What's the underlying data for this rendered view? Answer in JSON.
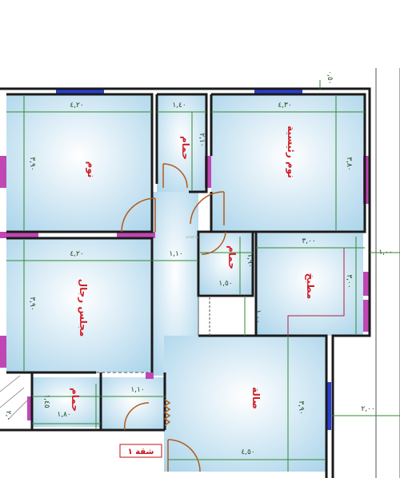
{
  "rooms": {
    "bedroom_tl": "نوم",
    "bath_top": "حمام",
    "master_bedroom": "نوم رئيسية",
    "mens_sitting": "مجلس رجال",
    "bath_mid": "حمام",
    "kitchen": "مطبخ",
    "bath_bottom": "حمام",
    "hall": "صالة"
  },
  "dimensions": {
    "top_right_gap": "٠,٥٠",
    "bedroom_tl_width": "٤,٢٠",
    "bedroom_tl_height": "٣,٩٠",
    "bath_top_width": "١,٤٠",
    "bath_top_height": "٢,١٠",
    "master_width": "٤,٣٠",
    "master_height": "٣,٨٠",
    "mens_sitting_width": "٤,٢٠",
    "mens_sitting_height": "٣,٩٠",
    "corridor_width": "١,١٠",
    "bath_mid_width": "١,٥٠",
    "bath_mid_height": "١,٩٠",
    "kitchen_width": "٣,٠٠",
    "kitchen_height": "٣,٠٠",
    "small_vertical": "١,٠٠",
    "right_setback_top": "١,٠٠",
    "right_setback_bottom": "٢,٠٠",
    "hall_height": "٣,٩٠",
    "hall_width": "٤,٥٠",
    "bath_bottom_width": "١,٨٠",
    "bath_bottom_height": "١,٤٥",
    "bath_bottom_top": "١,١٠",
    "left_edge": "٢,٠"
  },
  "unit_label": "شقة ١",
  "watermark": "arnet.fo"
}
